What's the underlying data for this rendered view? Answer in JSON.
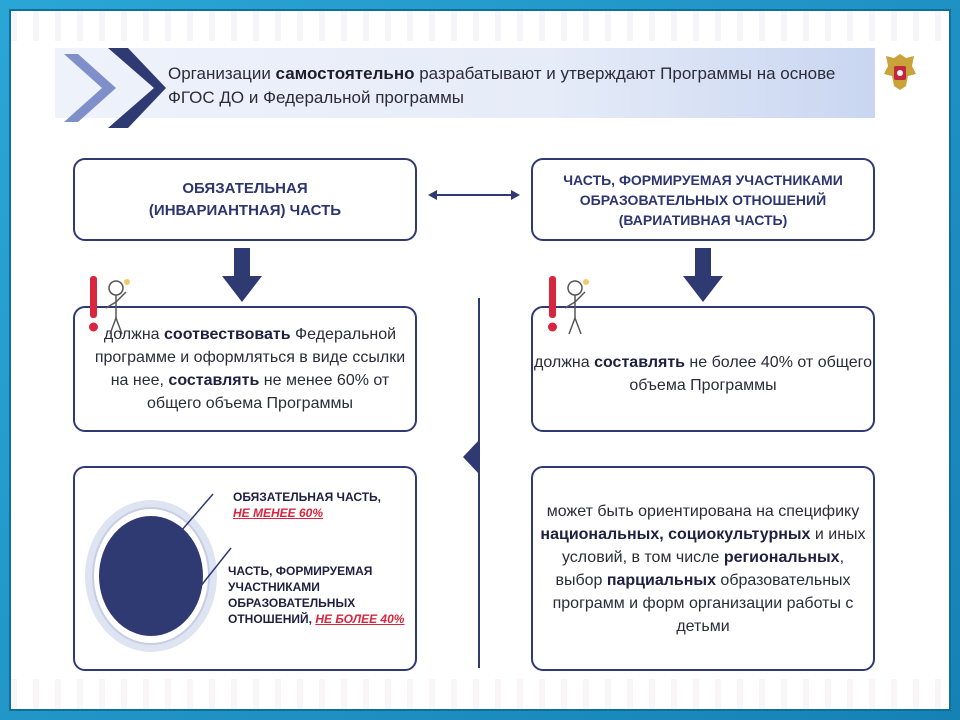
{
  "header": {
    "text_part1": "Организации ",
    "text_bold": "самостоятельно",
    "text_part2": " разрабатывают и утверждают Программы на основе  ФГОС ДО и Федеральной программы"
  },
  "left_column": {
    "title_line1": "ОБЯЗАТЕЛЬНАЯ",
    "title_line2": "(ИНВАРИАНТНАЯ) ЧАСТЬ",
    "rule": {
      "p1": "должна ",
      "b1": "соотвествовать",
      "p2": " Федеральной программе и оформляться в виде ссылки на нее, ",
      "b2": "составлять",
      "p3": " не менее 60% от общего объема Программы"
    },
    "pie": {
      "label1": "ОБЯЗАТЕЛЬНАЯ ЧАСТЬ,",
      "label1_value": "НЕ МЕНЕЕ 60%",
      "label2": "ЧАСТЬ, ФОРМИРУЕМАЯ УЧАСТНИКАМИ ОБРАЗОВАТЕЛЬНЫХ ОТНОШЕНИЙ, ",
      "label2_value": "НЕ БОЛЕЕ 40%"
    }
  },
  "right_column": {
    "title_line1": "ЧАСТЬ, ФОРМИРУЕМАЯ УЧАСТНИКАМИ",
    "title_line2": "ОБРАЗОВАТЕЛЬНЫХ ОТНОШЕНИЙ",
    "title_line3": "(ВАРИАТИВНАЯ ЧАСТЬ)",
    "rule": {
      "p1": "должна ",
      "b1": "составлять",
      "p2": " не более 40% от общего объема Программы"
    },
    "details": {
      "p1": "может быть ориентирована на специфику ",
      "b1": "национальных,",
      "p2": " ",
      "b2": "социокультурных",
      "p3": " и иных условий, в том числе ",
      "b3": "региональных",
      "p4": ", выбор ",
      "b4": "парциальных",
      "p5": " образовательных программ и форм организации работы с детьми"
    }
  },
  "colors": {
    "accent": "#2f3a73",
    "frame": "#1c8fbf",
    "highlight": "#d7263d"
  },
  "icons": [
    "chevron-right-icon",
    "emblem-icon",
    "exclamation-figure-icon",
    "double-arrow-icon",
    "down-arrow-icon"
  ]
}
